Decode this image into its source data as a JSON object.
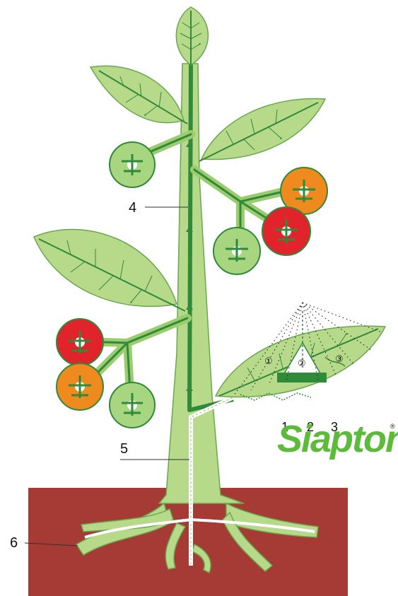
{
  "labels": {
    "stem_vessel": "4",
    "phloem_path": "5",
    "root": "6"
  },
  "leaf_steps": [
    "①",
    "②",
    "③"
  ],
  "logo": {
    "text": "Siapton",
    "registered": "®",
    "prefix_numbers": [
      "1",
      "2",
      "3"
    ]
  },
  "colors": {
    "soil": "#a63a34",
    "plant_light": "#b6d98a",
    "plant_mid": "#9ccc6e",
    "vein": "#2f8a3a",
    "fruit_red": "#e1232c",
    "fruit_orange": "#ef8a1e",
    "fruit_green": "#a8d680",
    "logo_green": "#5cbc3a"
  }
}
